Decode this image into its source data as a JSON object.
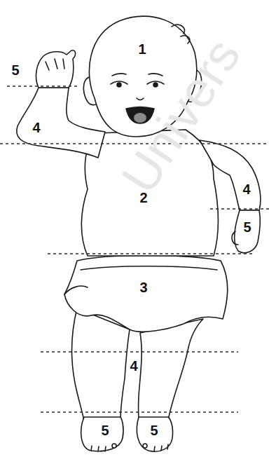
{
  "diagram": {
    "labels": [
      "Univers",
      "1",
      "5",
      "4",
      "2",
      "4",
      "5",
      "3",
      "4",
      "5",
      "5"
    ]
  }
}
